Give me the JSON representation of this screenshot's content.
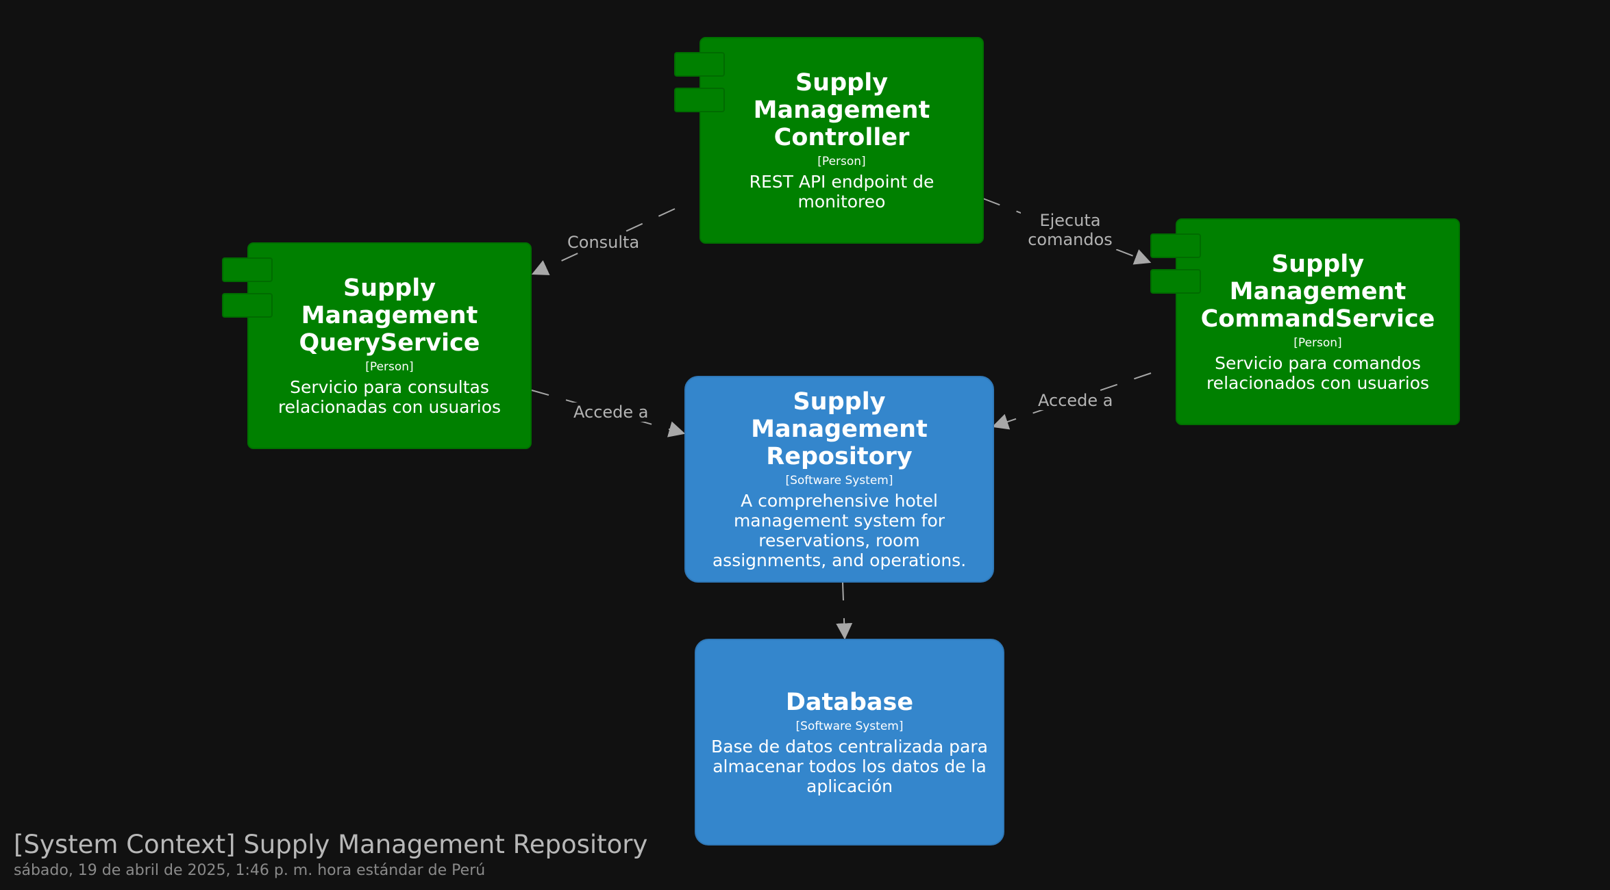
{
  "nodes": {
    "controller": {
      "title": "Supply Management Controller",
      "tag": "[Person]",
      "description": "REST API endpoint de monitoreo"
    },
    "query_service": {
      "title": "Supply Management QueryService",
      "tag": "[Person]",
      "description": "Servicio para consultas relacionadas con usuarios"
    },
    "command_service": {
      "title": "Supply Management CommandService",
      "tag": "[Person]",
      "description": "Servicio para comandos relacionados con usuarios"
    },
    "repository": {
      "title": "Supply Management Repository",
      "tag": "[Software System]",
      "description": "A comprehensive hotel management system for reservations, room assignments, and operations."
    },
    "database": {
      "title": "Database",
      "tag": "[Software System]",
      "description": "Base de datos centralizada para almacenar todos los datos de la aplicación"
    }
  },
  "edges": {
    "controller_to_query": "Consulta",
    "controller_to_command": "Ejecuta comandos",
    "query_to_repository": "Accede a",
    "command_to_repository": "Accede a"
  },
  "footer": {
    "title": "[System Context] Supply Management Repository",
    "subtitle": "sábado, 19 de abril de 2025, 1:46 p. m. hora estándar de Perú"
  },
  "colors": {
    "background": "#111111",
    "person": "#008000",
    "software_system": "#3486cc",
    "edge": "#a8a8a8"
  }
}
